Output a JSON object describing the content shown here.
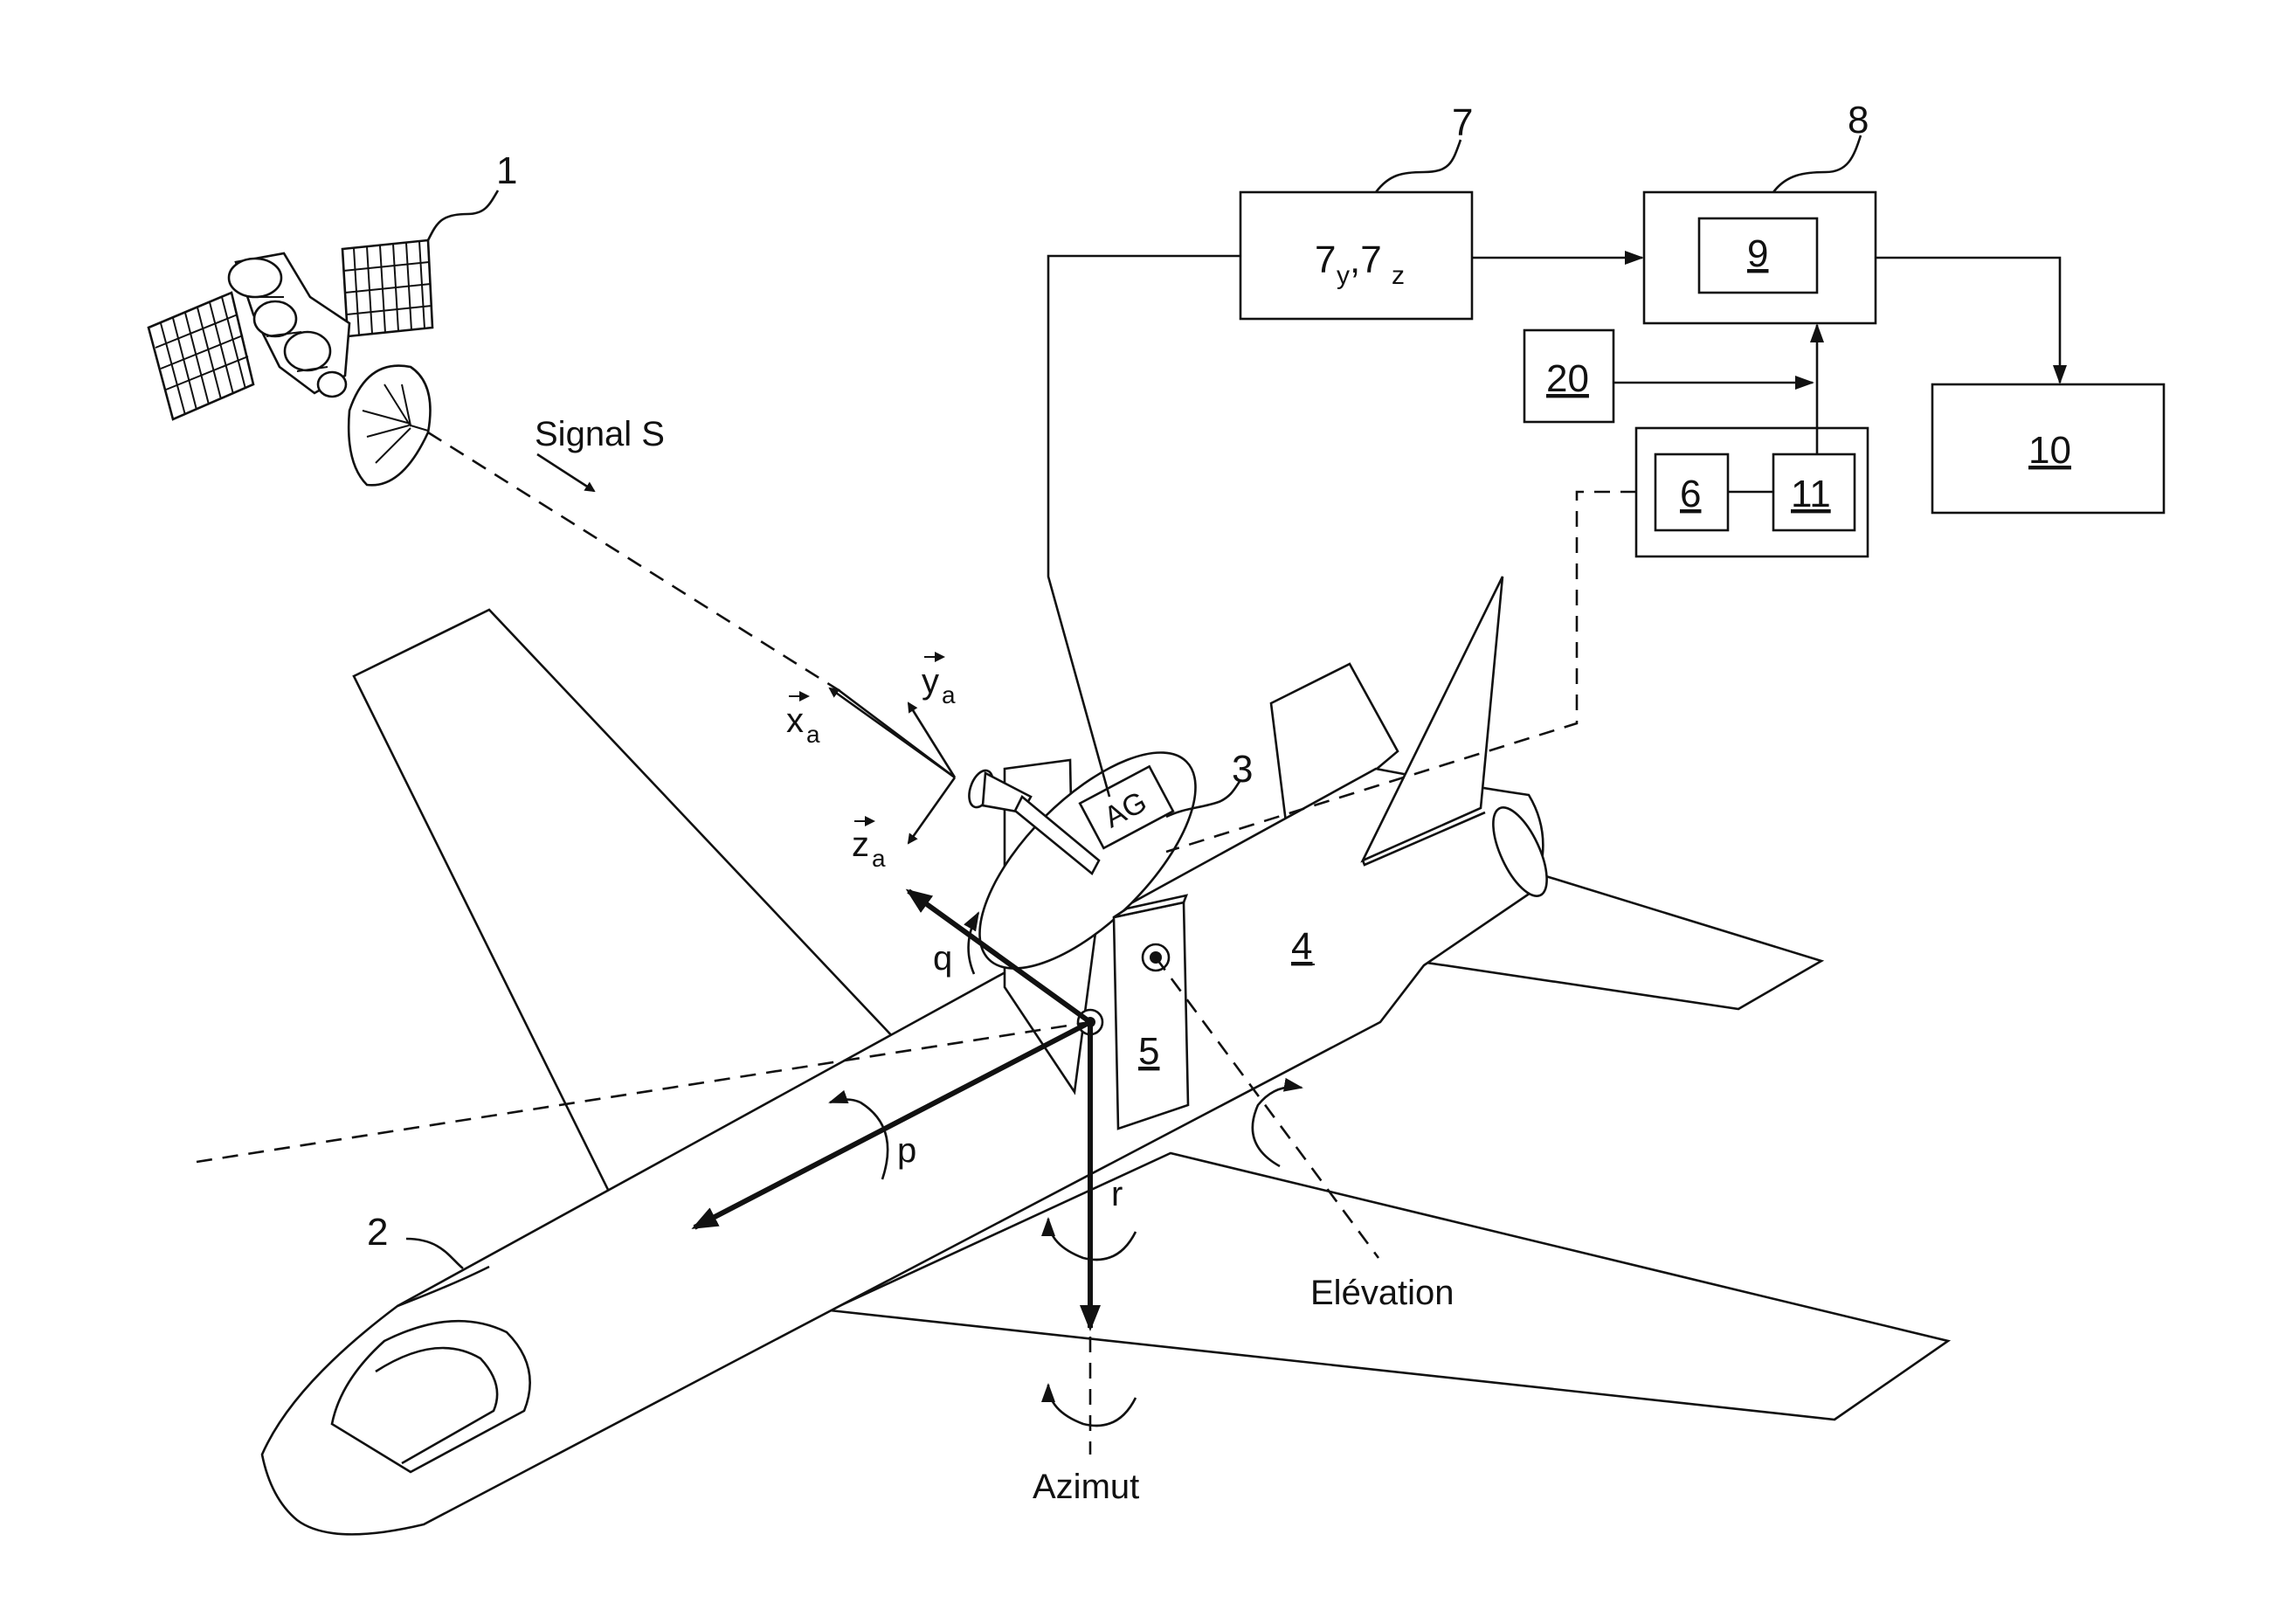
{
  "labels": {
    "signal": "Signal  S",
    "xa": "x",
    "xa_sub": "a",
    "ya": "y",
    "ya_sub": "a",
    "za": "z",
    "za_sub": "a",
    "q": "q",
    "p": "p",
    "r": "r",
    "ag": "AG",
    "elevation": "Elévation",
    "azimut": "Azimut"
  },
  "references": {
    "satellite": "1",
    "aircraft": "2",
    "antenna": "3",
    "fuselage": "4",
    "positioner": "5",
    "unit7": "7",
    "unit8": "8"
  },
  "blocks": {
    "b7_main": "7",
    "b7_y": "y",
    "b7_sep": ",7",
    "b7_z": "z",
    "b9": "9",
    "b10": "10",
    "b20": "20",
    "b6": "6",
    "b11": "11"
  }
}
